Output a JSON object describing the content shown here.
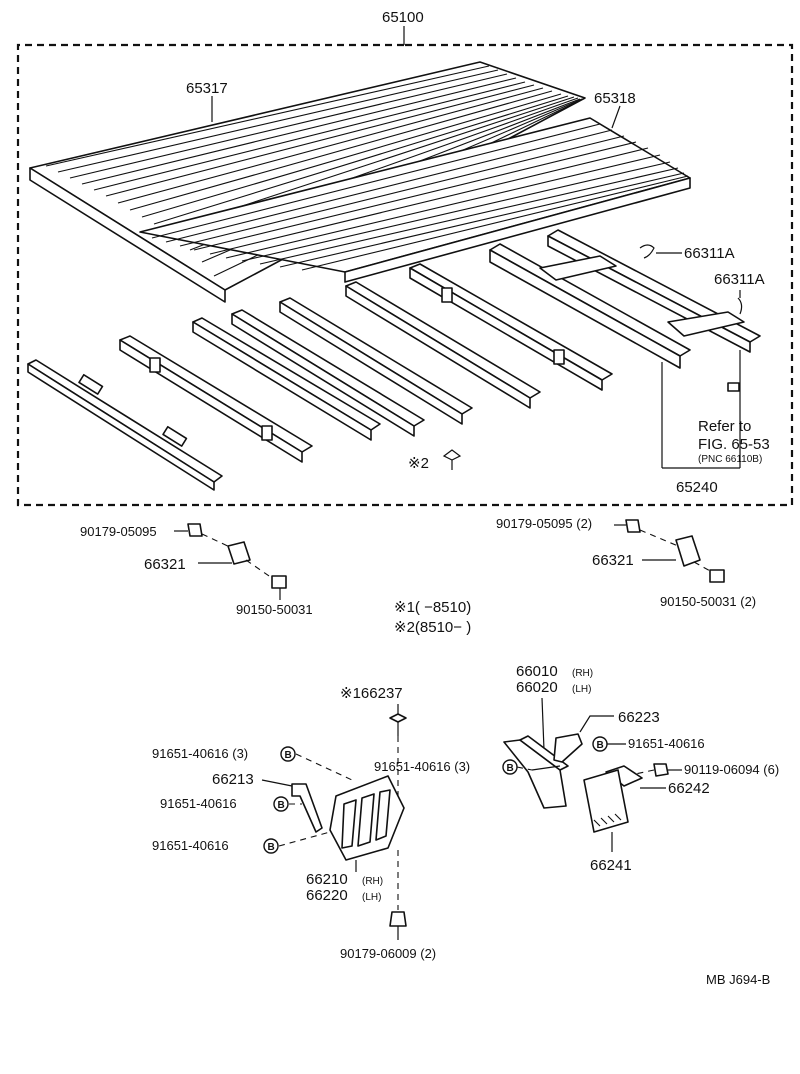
{
  "diagram": {
    "main_assembly": "65100",
    "labels": {
      "p65317": "65317",
      "p65318": "65318",
      "p66311a_1": "66311A",
      "p66311a_2": "66311A",
      "refer_line1": "Refer to",
      "refer_line2": "FIG. 65-53",
      "refer_line3": "(PNC 66110B)",
      "p65240": "65240",
      "note2_small": "※2",
      "left_nut": "90179-05095",
      "left_bracket": "66321",
      "left_bolt": "90150-50031",
      "right_nut": "90179-05095 (2)",
      "right_bracket": "66321",
      "right_bolt": "90150-50031 (2)",
      "legend_1": "※1(        −8510)",
      "legend_2": "※2(8510−        )",
      "p66237": "※166237",
      "b_left_1": "91651-40616 (3)",
      "p66213": "66213",
      "b_left_2": "91651-40616",
      "b_left_3": "91651-40616",
      "p66210": "66210",
      "p66210_side": "(RH)",
      "p66220": "66220",
      "p66220_side": "(LH)",
      "bottom_nut": "90179-06009 (2)",
      "p66010": "66010",
      "p66010_side": "(RH)",
      "p66020": "66020",
      "p66020_side": "(LH)",
      "p66223": "66223",
      "b_right_1": "91651-40616",
      "b_mid": "91651-40616 (3)",
      "right_bolt2": "90119-06094 (6)",
      "p66242": "66242",
      "p66241": "66241",
      "footer_code": "MB  J694-B",
      "badge_letter": "B"
    }
  }
}
